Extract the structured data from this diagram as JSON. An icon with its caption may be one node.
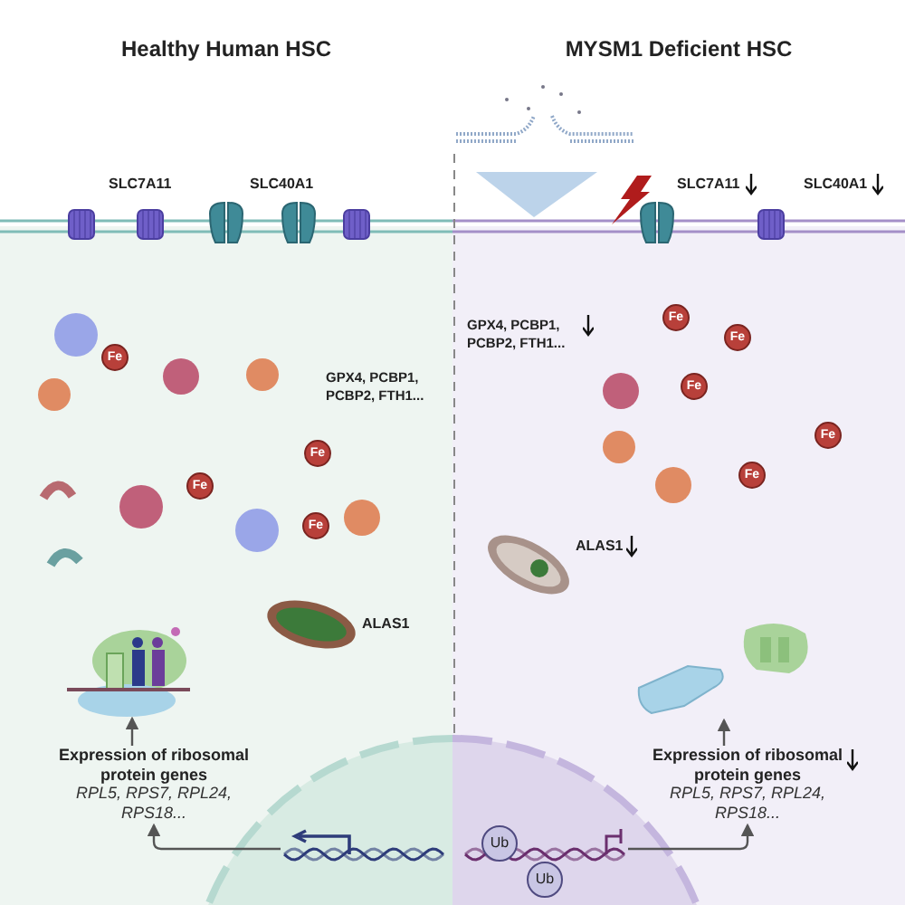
{
  "diagram": {
    "nodes": [
      {
        "text": [
          "Healthy Human HSC"
        ]
      },
      {
        "text": [
          "MYSM1 Deficient HSC"
        ]
      },
      {
        "text": [
          "Expression of ribosomal protein genes",
          "RPL5, RPS7, RPL24, RPS18..."
        ],
        "in": 0
      },
      {
        "text": [],
        "shape": "picture",
        "in": 0
      },
      {
        "text": [],
        "shape": "picture",
        "in": 0
      },
      {
        "text": [
          "Expression of ribosomal protein genes",
          "RPL5, RPS7, RPL24, RPS18..."
        ],
        "in": 1
      },
      {
        "text": [],
        "shape": "picture",
        "in": 1
      },
      {
        "text": [],
        "shape": "picture",
        "in": 1
      }
    ],
    "edges": [
      {
        "from": 4,
        "to": 2,
        "arrow": "to"
      },
      {
        "from": 2,
        "to": 3,
        "arrow": "to"
      },
      {
        "from": 7,
        "to": 5,
        "arrow": "to"
      },
      {
        "from": 5,
        "to": 6,
        "arrow": "to"
      }
    ],
    "labels": [
      "SLC7A11",
      "SLC40A1",
      "SLC7A11",
      "SLC40A1",
      "GPX4, PCBP1, PCBP2, FTH1...",
      "GPX4, PCBP1, PCBP2, FTH1...",
      "Fe",
      "Fe",
      "Fe",
      "Fe",
      "Fe",
      "Fe",
      "Fe",
      "Fe",
      "Fe",
      "ALAS1",
      "ALAS1",
      "Ub",
      "Ub"
    ]
  }
}
